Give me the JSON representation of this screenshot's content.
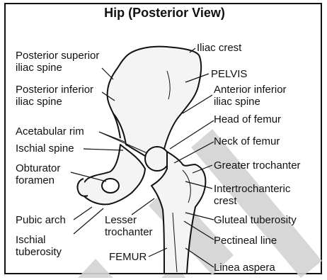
{
  "title": "Hip (Posterior View)",
  "labels": {
    "posterior_superior_iliac_spine": [
      "Posterior superior",
      "iliac spine"
    ],
    "posterior_inferior_iliac_spine": [
      "Posterior inferior",
      "iliac spine"
    ],
    "acetabular_rim": "Acetabular rim",
    "ischial_spine": "Ischial spine",
    "obturator_foramen": [
      "Obturator",
      "foramen"
    ],
    "pubic_arch": "Pubic arch",
    "ischial_tuberosity": [
      "Ischial",
      "tuberosity"
    ],
    "lesser_trochanter": [
      "Lesser",
      "trochanter"
    ],
    "femur": "FEMUR",
    "iliac_crest": "Iliac crest",
    "pelvis": "PELVIS",
    "anterior_inferior_iliac_spine": [
      "Anterior inferior",
      "iliac spine"
    ],
    "head_of_femur": "Head of femur",
    "neck_of_femur": "Neck of femur",
    "greater_trochanter": "Greater trochanter",
    "intertrochanteric_crest": [
      "Intertrochanteric",
      "crest"
    ],
    "gluteal_tuberosity": "Gluteal tuberosity",
    "pectineal_line": "Pectineal line",
    "linea_aspera": "Linea aspera"
  },
  "colors": {
    "ink": "#111111",
    "bone": "#f3f3f3",
    "watermark": "#cfcfcf"
  }
}
